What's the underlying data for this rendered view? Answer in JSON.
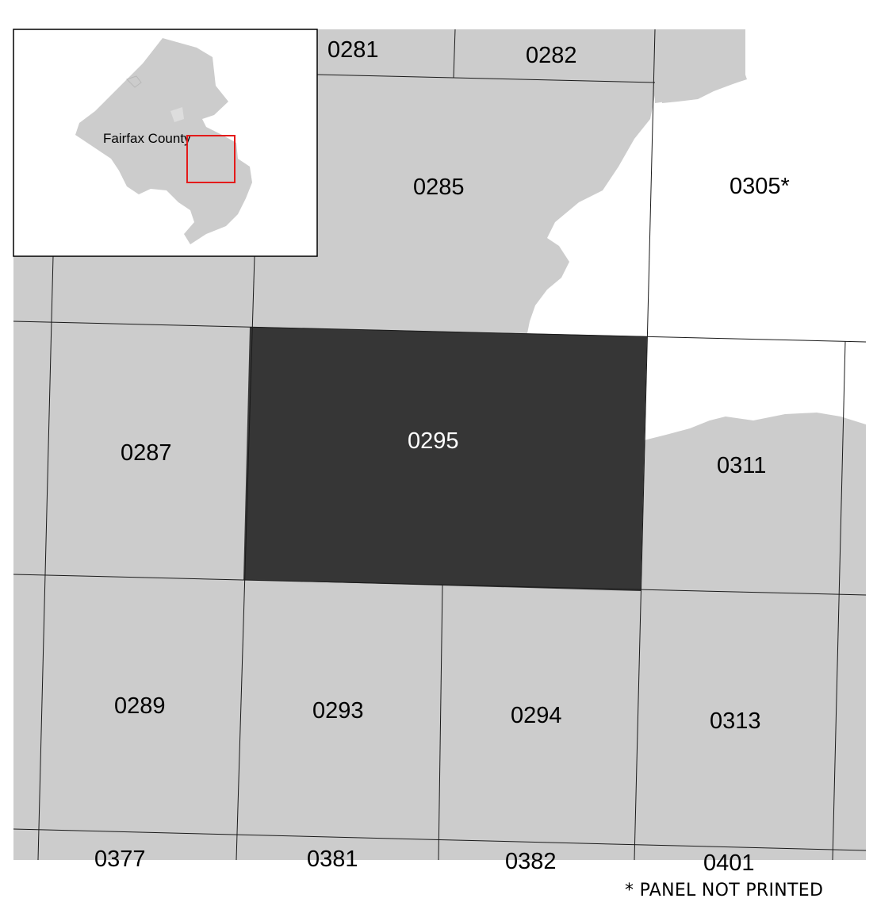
{
  "map": {
    "colors": {
      "land": "#cccccc",
      "water": "#ffffff",
      "selected_panel": "#363636",
      "grid_line": "#1a1a1a",
      "inset_box": "#e41a1a"
    },
    "selected_panel": "0295",
    "panels": [
      {
        "id": "p0281",
        "label": "0281"
      },
      {
        "id": "p0282",
        "label": "0282"
      },
      {
        "id": "p0285",
        "label": "0285"
      },
      {
        "id": "p0305",
        "label": "0305*"
      },
      {
        "id": "p0287",
        "label": "0287"
      },
      {
        "id": "p0295",
        "label": "0295"
      },
      {
        "id": "p0311",
        "label": "0311"
      },
      {
        "id": "p0289",
        "label": "0289"
      },
      {
        "id": "p0293",
        "label": "0293"
      },
      {
        "id": "p0294",
        "label": "0294"
      },
      {
        "id": "p0313",
        "label": "0313"
      },
      {
        "id": "p0377",
        "label": "0377"
      },
      {
        "id": "p0381",
        "label": "0381"
      },
      {
        "id": "p0382",
        "label": "0382"
      },
      {
        "id": "p0401",
        "label": "0401"
      }
    ],
    "inset": {
      "label": "Fairfax County"
    },
    "footnote": "* PANEL NOT PRINTED"
  }
}
